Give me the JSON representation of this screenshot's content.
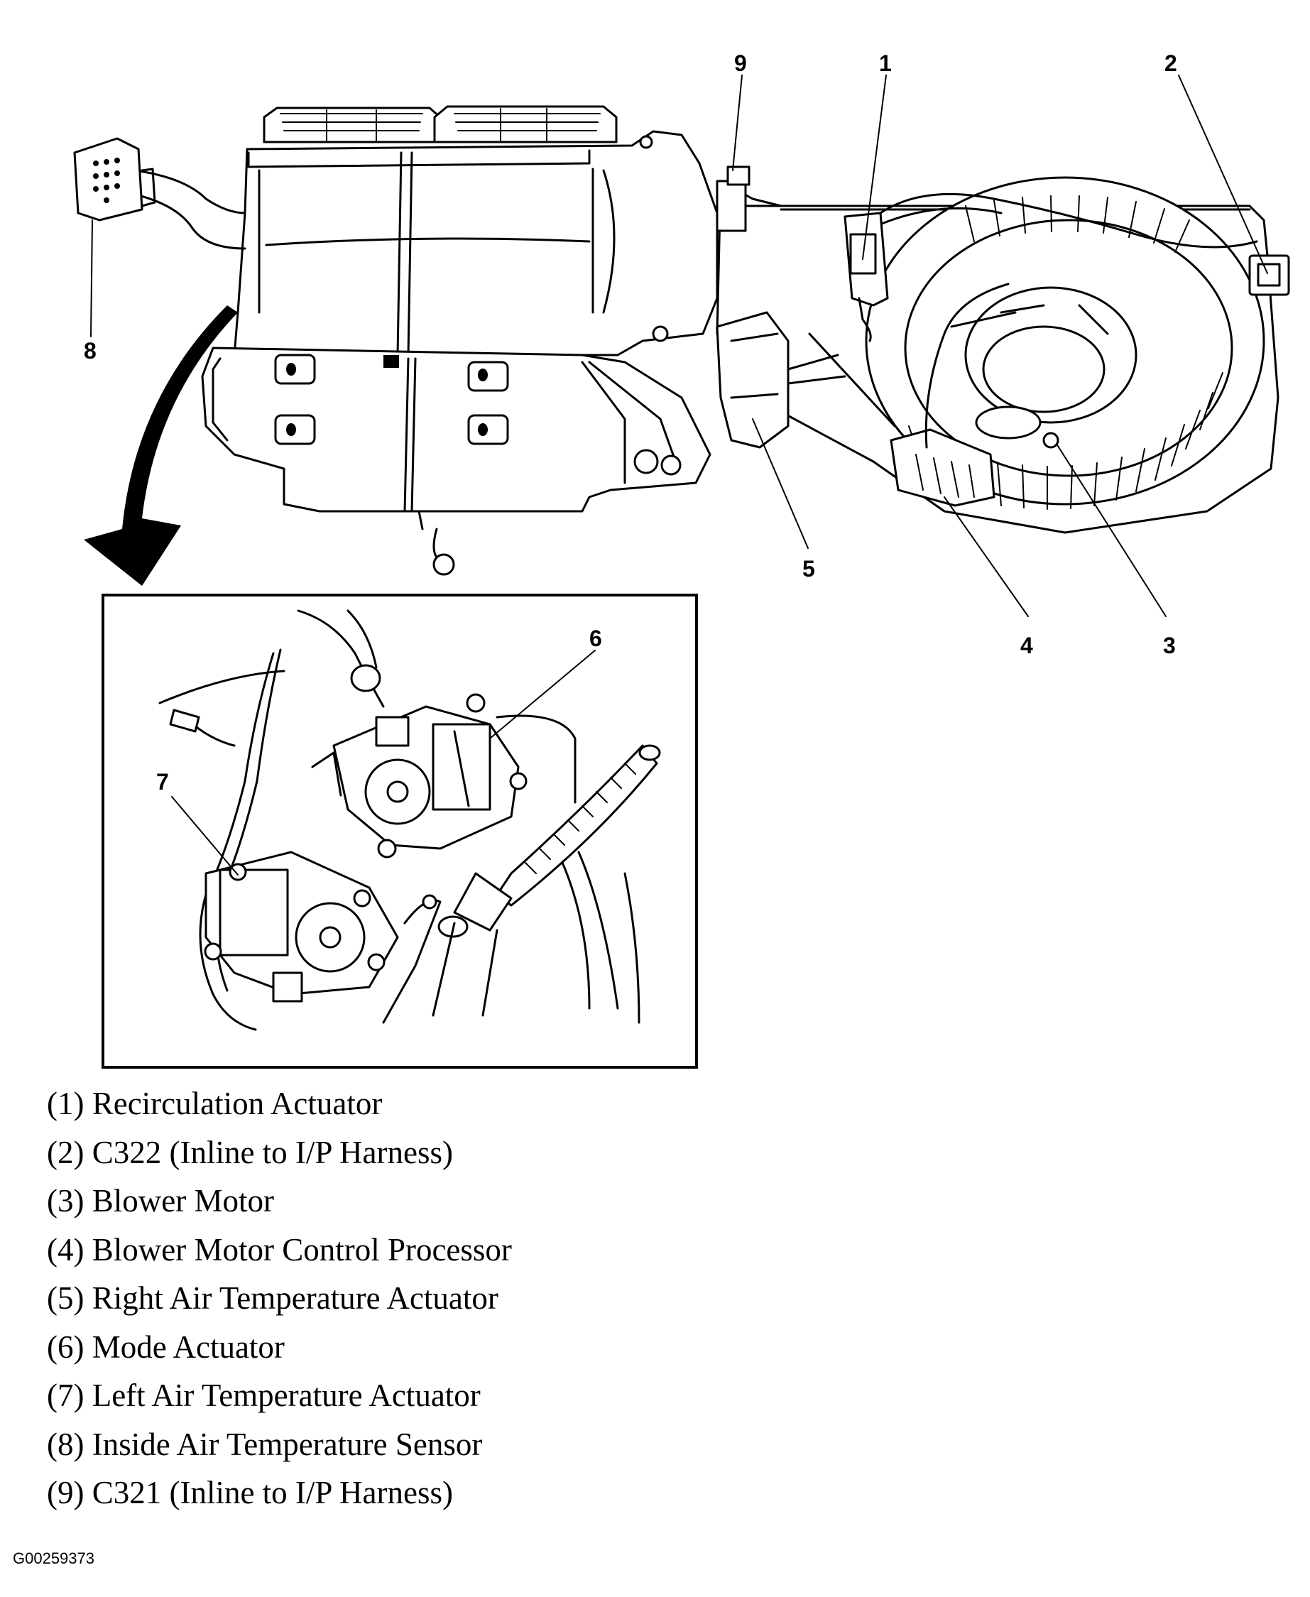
{
  "callouts": [
    "1",
    "2",
    "3",
    "4",
    "5",
    "6",
    "7",
    "8",
    "9"
  ],
  "legend": [
    "(1) Recirculation Actuator",
    "(2) C322 (Inline to I/P Harness)",
    "(3) Blower Motor",
    "(4) Blower Motor Control Processor",
    "(5) Right Air Temperature Actuator",
    "(6) Mode Actuator",
    "(7) Left Air Temperature Actuator",
    "(8) Inside Air Temperature Sensor",
    "(9) C321 (Inline to I/P Harness)"
  ],
  "figure_id": "G00259373"
}
